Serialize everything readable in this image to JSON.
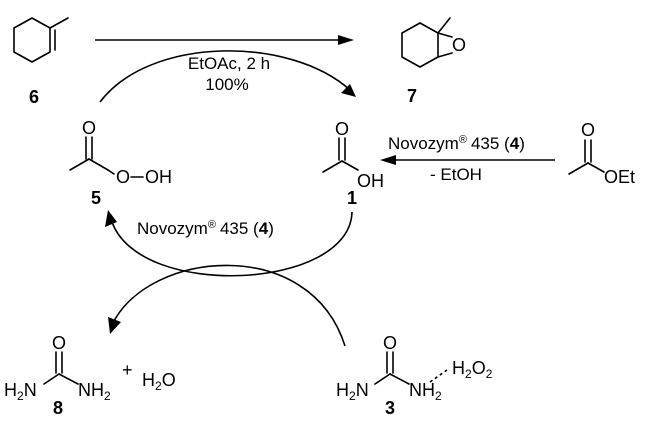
{
  "reaction_top": {
    "solvent_time": "EtOAc, 2 h",
    "yield": "100%"
  },
  "reaction_right": {
    "catalyst_name": "Novozym",
    "registered_mark": "®",
    "catalyst_number_text": "435 (",
    "catalyst_ref": "4",
    "close_paren": ")",
    "byproduct": "- EtOH"
  },
  "reaction_left": {
    "catalyst_name": "Novozym",
    "registered_mark": "®",
    "catalyst_number_text": "435 (",
    "catalyst_ref": "4",
    "close_paren": ")"
  },
  "compounds": {
    "c1": {
      "number": "1",
      "atoms": {
        "o": "O",
        "oh": "OH"
      }
    },
    "c3": {
      "number": "3",
      "atoms": {
        "o": "O",
        "h2n": "H",
        "h2n_sub": "2",
        "h2n_n": "N",
        "nh": "NH",
        "nh_sub": "2",
        "h2o2_h": "H",
        "h2o2_sub1": "2",
        "h2o2_o": "O",
        "h2o2_sub2": "2"
      }
    },
    "c5": {
      "number": "5",
      "atoms": {
        "o": "O",
        "o2": "O",
        "oh": "OH"
      }
    },
    "c6": {
      "number": "6"
    },
    "c7": {
      "number": "7",
      "atoms": {
        "o": "O"
      }
    },
    "c8": {
      "number": "8",
      "atoms": {
        "o": "O",
        "h2n": "H",
        "h2n_sub": "2",
        "h2n_n": "N",
        "nh": "NH",
        "nh_sub": "2"
      }
    },
    "water": {
      "plus": "+",
      "h": "H",
      "sub": "2",
      "o": "O"
    },
    "ethyl_acetate": {
      "o": "O",
      "oet": "OEt"
    }
  }
}
